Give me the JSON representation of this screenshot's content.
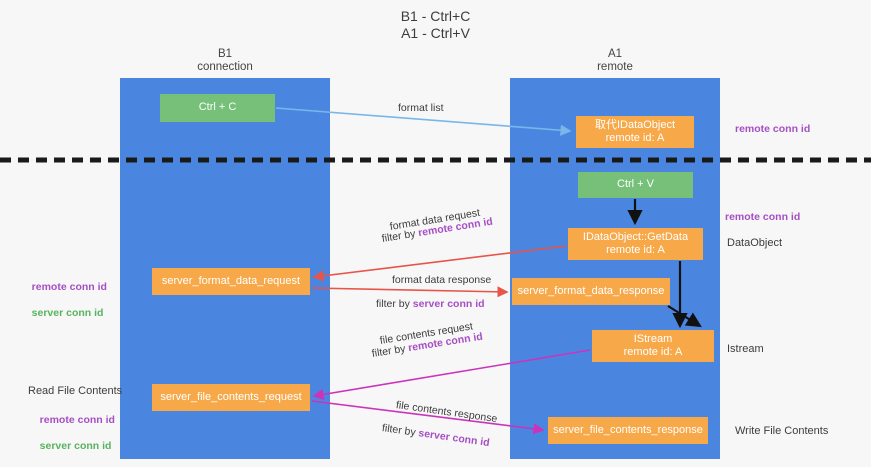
{
  "title": {
    "line1": "B1 - Ctrl+C",
    "line2": "A1 - Ctrl+V"
  },
  "columns": [
    {
      "id": "b1",
      "name": "B1",
      "subtitle": "connection"
    },
    {
      "id": "a1",
      "name": "A1",
      "subtitle": "remote"
    }
  ],
  "nodes": {
    "ctrl_c": {
      "label": "Ctrl + C",
      "color": "#76c07a"
    },
    "idataobject": {
      "label": "取代IDataObject",
      "sublabel": "remote id: A",
      "color": "#f7a94a"
    },
    "ctrl_v": {
      "label": "Ctrl + V",
      "color": "#76c07a"
    },
    "getdata": {
      "label": "IDataObject::GetData",
      "sublabel": "remote id: A",
      "color": "#f7a94a"
    },
    "server_format_data_request": {
      "label": "server_format_data_request",
      "color": "#f7a94a"
    },
    "server_format_data_response": {
      "label": "server_format_data_response",
      "color": "#f7a94a"
    },
    "istream": {
      "label": "IStream",
      "sublabel": "remote id: A",
      "color": "#f7a94a"
    },
    "server_file_contents_request": {
      "label": "server_file_contents_request",
      "color": "#f7a94a"
    },
    "server_file_contents_response": {
      "label": "server_file_contents_response",
      "color": "#f7a94a"
    }
  },
  "edge_labels": {
    "format_list": "format list",
    "format_data_request": "format data request",
    "filter_by_prefix": "filter by ",
    "remote_conn_id": "remote conn id",
    "server_conn_id": "server conn id",
    "format_data_response": "format data response",
    "file_contents_request": "file contents request",
    "file_contents_response": "file contents response"
  },
  "side_labels": {
    "remote_conn_id_top": "remote conn id",
    "remote_conn_id_mid": "remote conn id",
    "dataobject": "DataObject",
    "istream": "Istream",
    "write_file_contents": "Write File Contents",
    "read_file_contents": "Read File Contents",
    "left_remote_conn_id": "remote conn id",
    "left_server_conn_id": "server conn id"
  },
  "colors": {
    "column": "#4a86e0",
    "green_node": "#76c07a",
    "orange_node": "#f7a94a",
    "purple": "#a64fc4",
    "green_text": "#57b35d",
    "red_arrow": "#e8544a",
    "magenta_arrow": "#cc33bb",
    "blue_arrow": "#7ab6e8",
    "black_arrow": "#000000",
    "divider": "#1a1a1a",
    "background": "#f7f7f7"
  }
}
